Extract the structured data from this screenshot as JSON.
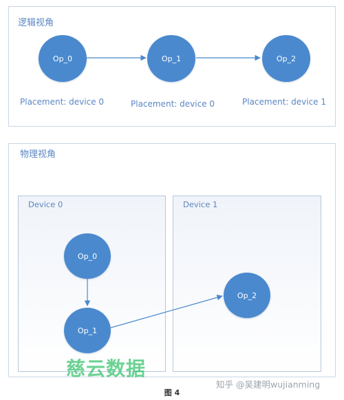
{
  "logical_view": {
    "title": "逻辑视角",
    "nodes": [
      {
        "label": "Op_0",
        "placement": "Placement: device 0"
      },
      {
        "label": "Op_1",
        "placement": "Placement: device 0"
      },
      {
        "label": "Op_2",
        "placement": "Placement: device 1"
      }
    ]
  },
  "physical_view": {
    "title": "物理视角",
    "devices": [
      {
        "title": "Device 0",
        "nodes": [
          "Op_0",
          "Op_1"
        ]
      },
      {
        "title": "Device 1",
        "nodes": [
          "Op_2"
        ]
      }
    ]
  },
  "watermark": {
    "brand": "慈云数据",
    "credit": "知乎 @吴建明wujianming"
  },
  "caption": "图 4",
  "colors": {
    "node_fill": "#4a89ce",
    "edge": "#4a89ce",
    "label_text": "#5b86c4",
    "panel_border": "#c9d6e6"
  }
}
